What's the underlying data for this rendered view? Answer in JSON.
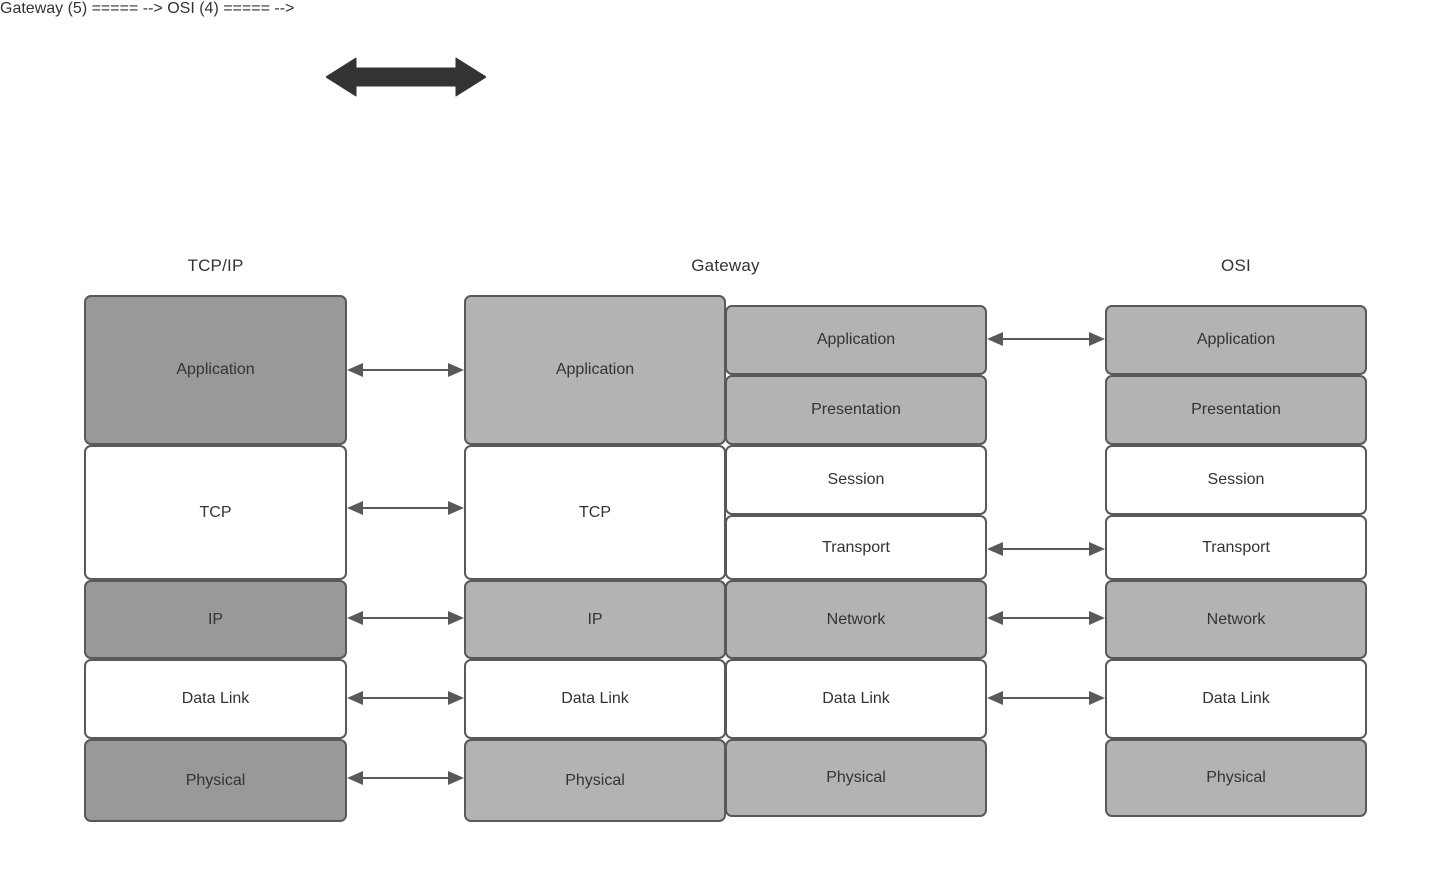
{
  "diagram": {
    "title_bar_icon": "double-headed-arrow",
    "columns": [
      {
        "id": "tcpip",
        "heading": "TCP/IP",
        "layers": [
          {
            "label": "Application",
            "fill": "#999999"
          },
          {
            "label": "TCP",
            "fill": "#ffffff"
          },
          {
            "label": "IP",
            "fill": "#999999"
          },
          {
            "label": "Data Link",
            "fill": "#ffffff"
          },
          {
            "label": "Physical",
            "fill": "#999999"
          }
        ]
      },
      {
        "id": "gateway",
        "heading": "Gateway",
        "left_layers": [
          {
            "label": "Application",
            "fill": "#b3b3b3"
          },
          {
            "label": "TCP",
            "fill": "#ffffff"
          },
          {
            "label": "IP",
            "fill": "#b3b3b3"
          },
          {
            "label": "Data Link",
            "fill": "#ffffff"
          },
          {
            "label": "Physical",
            "fill": "#b3b3b3"
          }
        ],
        "right_layers": [
          {
            "label": "Application",
            "fill": "#b3b3b3"
          },
          {
            "label": "Presentation",
            "fill": "#b3b3b3"
          },
          {
            "label": "Session",
            "fill": "#ffffff"
          },
          {
            "label": "Transport",
            "fill": "#ffffff"
          },
          {
            "label": "Network",
            "fill": "#b3b3b3"
          },
          {
            "label": "Data Link",
            "fill": "#ffffff"
          },
          {
            "label": "Physical",
            "fill": "#b3b3b3"
          }
        ]
      },
      {
        "id": "osi",
        "heading": "OSI",
        "layers": [
          {
            "label": "Application",
            "fill": "#b3b3b3"
          },
          {
            "label": "Presentation",
            "fill": "#b3b3b3"
          },
          {
            "label": "Session",
            "fill": "#ffffff"
          },
          {
            "label": "Transport",
            "fill": "#ffffff"
          },
          {
            "label": "Network",
            "fill": "#b3b3b3"
          },
          {
            "label": "Data Link",
            "fill": "#ffffff"
          },
          {
            "label": "Physical",
            "fill": "#b3b3b3"
          }
        ]
      }
    ],
    "connectors_left": [
      {
        "name": "application"
      },
      {
        "name": "tcp"
      },
      {
        "name": "ip"
      },
      {
        "name": "data-link"
      },
      {
        "name": "physical"
      }
    ],
    "connectors_right": [
      {
        "name": "application"
      },
      {
        "name": "transport"
      },
      {
        "name": "network"
      },
      {
        "name": "data-link"
      }
    ],
    "colors": {
      "border": "#595959",
      "shade_dark": "#999999",
      "shade_light": "#b3b3b3",
      "plain": "#ffffff",
      "arrow": "#595959",
      "big_arrow": "#333333",
      "text": "#333333",
      "background": "#ffffff"
    }
  }
}
